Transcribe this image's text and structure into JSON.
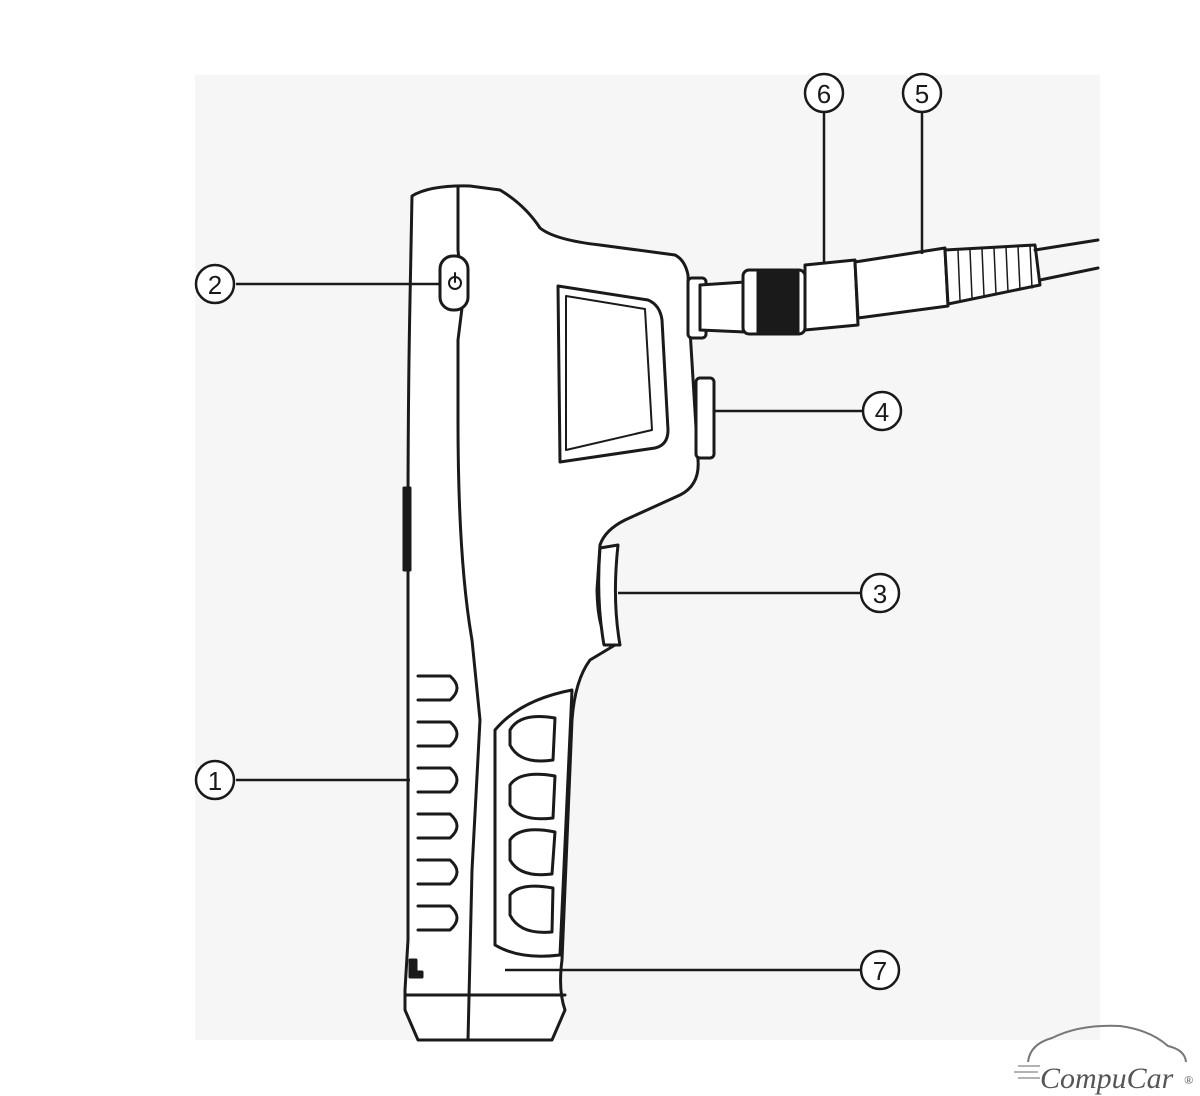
{
  "callouts": [
    {
      "id": "1",
      "label": "1"
    },
    {
      "id": "2",
      "label": "2"
    },
    {
      "id": "3",
      "label": "3"
    },
    {
      "id": "4",
      "label": "4"
    },
    {
      "id": "5",
      "label": "5"
    },
    {
      "id": "6",
      "label": "6"
    },
    {
      "id": "7",
      "label": "7"
    }
  ],
  "logo": {
    "text": "CompuCar",
    "mark": "®"
  },
  "colors": {
    "line": "#1a1a1a",
    "paper": "#f6f6f6",
    "background": "#ffffff",
    "logo": "#555555"
  }
}
